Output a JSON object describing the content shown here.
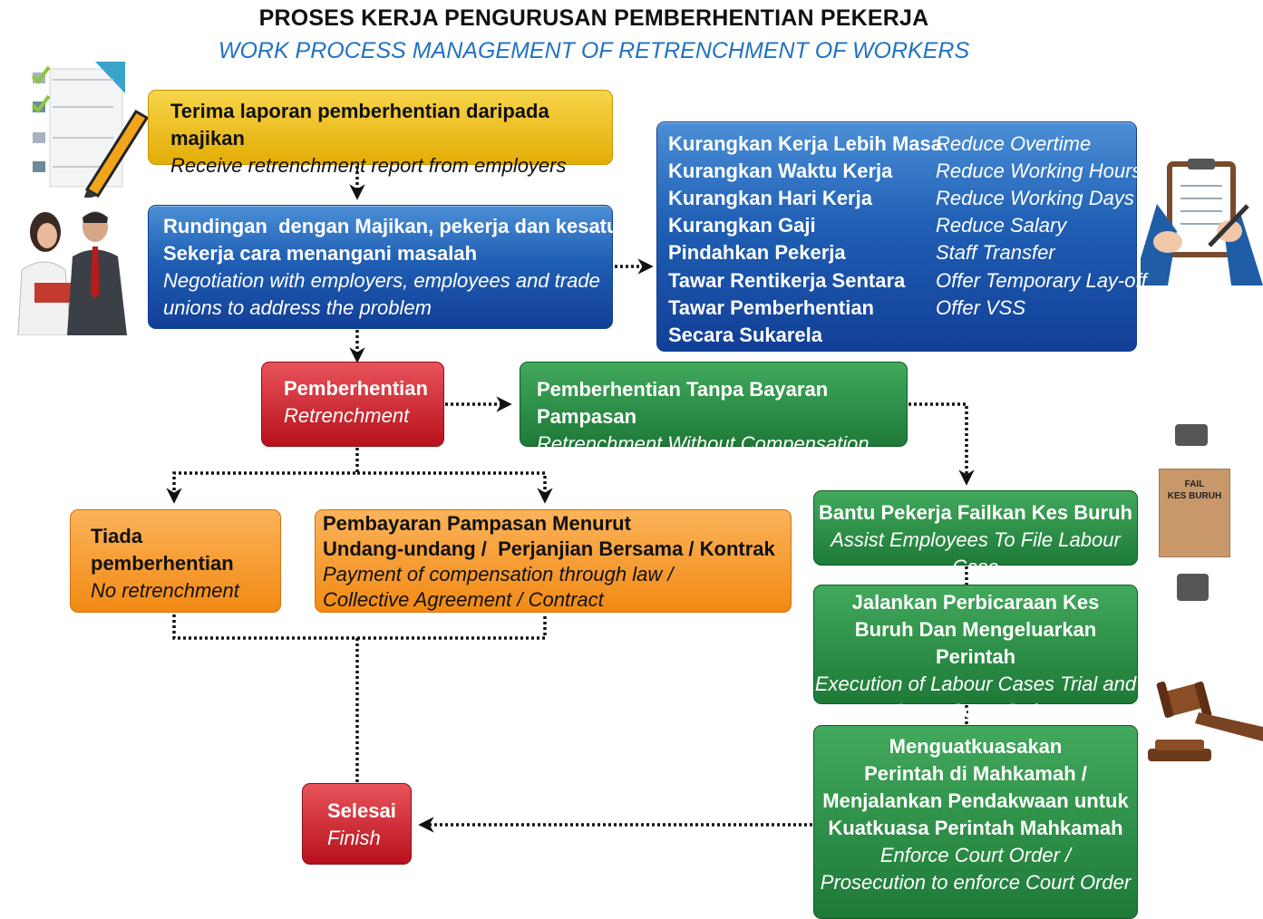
{
  "title": "PROSES KERJA PENGURUSAN PEMBERHENTIAN PEKERJA",
  "subtitle": "WORK PROCESS MANAGEMENT OF RETRENCHMENT OF WORKERS",
  "colors": {
    "yellow": "#e4ad06",
    "blue": "#1f5fb4",
    "red": "#b7111b",
    "green": "#1d7a37",
    "orange": "#f28a14",
    "subtitle": "#2272c3"
  },
  "steps": {
    "receive": {
      "ms": "Terima laporan pemberhentian daripada majikan",
      "en": "Receive retrenchment report from employers"
    },
    "negotiation": {
      "ms1": "Rundingan  dengan Majikan, pekerja dan kesatuan",
      "ms2": "Sekerja cara menangani masalah",
      "en1": "Negotiation with employers, employees and trade",
      "en2": "unions to address the problem"
    },
    "retrenchment": {
      "ms": "Pemberhentian",
      "en": "Retrenchment"
    },
    "no_comp": {
      "ms": "Pemberhentian Tanpa Bayaran Pampasan",
      "en": "Retrenchment Without Compensation"
    },
    "no_retrench": {
      "ms": "Tiada pemberhentian",
      "en": "No retrenchment"
    },
    "payment": {
      "ms1": "Pembayaran Pampasan Menurut",
      "ms2": "Undang-undang /  Perjanjian Bersama / Kontrak",
      "en1": "Payment of compensation through law /",
      "en2": "Collective Agreement / Contract"
    },
    "assist": {
      "ms": "Bantu Pekerja Failkan Kes Buruh",
      "en": "Assist Employees To File Labour Case"
    },
    "trial": {
      "ms1": "Jalankan Perbicaraan Kes",
      "ms2": "Buruh Dan Mengeluarkan Perintah",
      "en1": "Execution of Labour Cases Trial and",
      "en2": "Issue Court Order"
    },
    "enforce": {
      "ms1": "Menguatkuasakan",
      "ms2": "Perintah di Mahkamah /",
      "ms3": "Menjalankan Pendakwaan untuk",
      "ms4": "Kuatkuasa Perintah Mahkamah",
      "en1": "Enforce Court Order /",
      "en2": "Prosecution to enforce Court Order"
    },
    "finish": {
      "ms": "Selesai",
      "en": "Finish"
    }
  },
  "measures": [
    {
      "ms": "Kurangkan Kerja Lebih Masa",
      "en": "Reduce Overtime"
    },
    {
      "ms": "Kurangkan Waktu Kerja",
      "en": "Reduce Working Hours"
    },
    {
      "ms": "Kurangkan Hari Kerja",
      "en": "Reduce Working Days"
    },
    {
      "ms": "Kurangkan Gaji",
      "en": "Reduce Salary"
    },
    {
      "ms": "Pindahkan Pekerja",
      "en": "Staff Transfer"
    },
    {
      "ms": "Tawar Rentikerja Sentara",
      "en": "Offer Temporary Lay-off"
    },
    {
      "ms": "Tawar Pemberhentian",
      "en": "Offer VSS"
    },
    {
      "ms": "Secara Sukarela",
      "en": ""
    }
  ],
  "case_label": {
    "line1": "FAIL",
    "line2": "KES BURUH"
  }
}
